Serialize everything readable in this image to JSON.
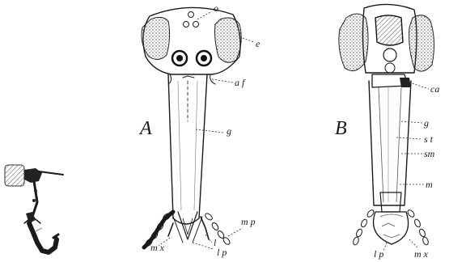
{
  "figure": {
    "panels": [
      {
        "id": "A",
        "caption": "A",
        "labels": {
          "o": "o",
          "e": "e",
          "af": "a f",
          "g": "g",
          "mp": "m p",
          "mx": "m x",
          "l": "l",
          "lp": "l p"
        }
      },
      {
        "id": "B",
        "caption": "B",
        "labels": {
          "ca": "ca",
          "g": "g",
          "st": "s t",
          "sm": "sm",
          "m": "m",
          "lp": "l p",
          "mx": "m x"
        }
      }
    ]
  }
}
